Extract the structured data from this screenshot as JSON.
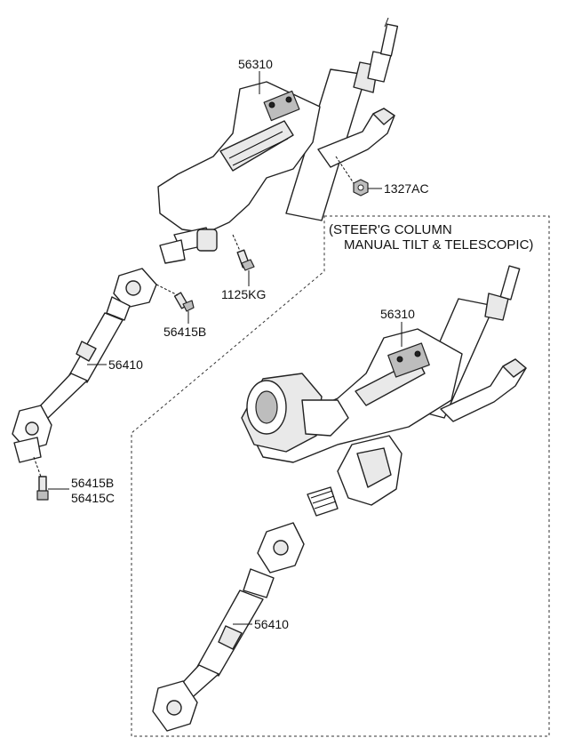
{
  "diagram": {
    "section_note": {
      "line1": "(STEER'G COLUMN",
      "line2": "MANUAL TILT & TELESCOPIC)"
    },
    "callouts": {
      "column_upper": "56310",
      "nut_upper": "1327AC",
      "bolt_column": "1125KG",
      "bolt_joint_upper": "56415B",
      "shaft_upper": "56410",
      "bolt_joint_lower_b": "56415B",
      "bolt_joint_lower_c": "56415C",
      "column_lower": "56310",
      "shaft_lower": "56410"
    }
  }
}
